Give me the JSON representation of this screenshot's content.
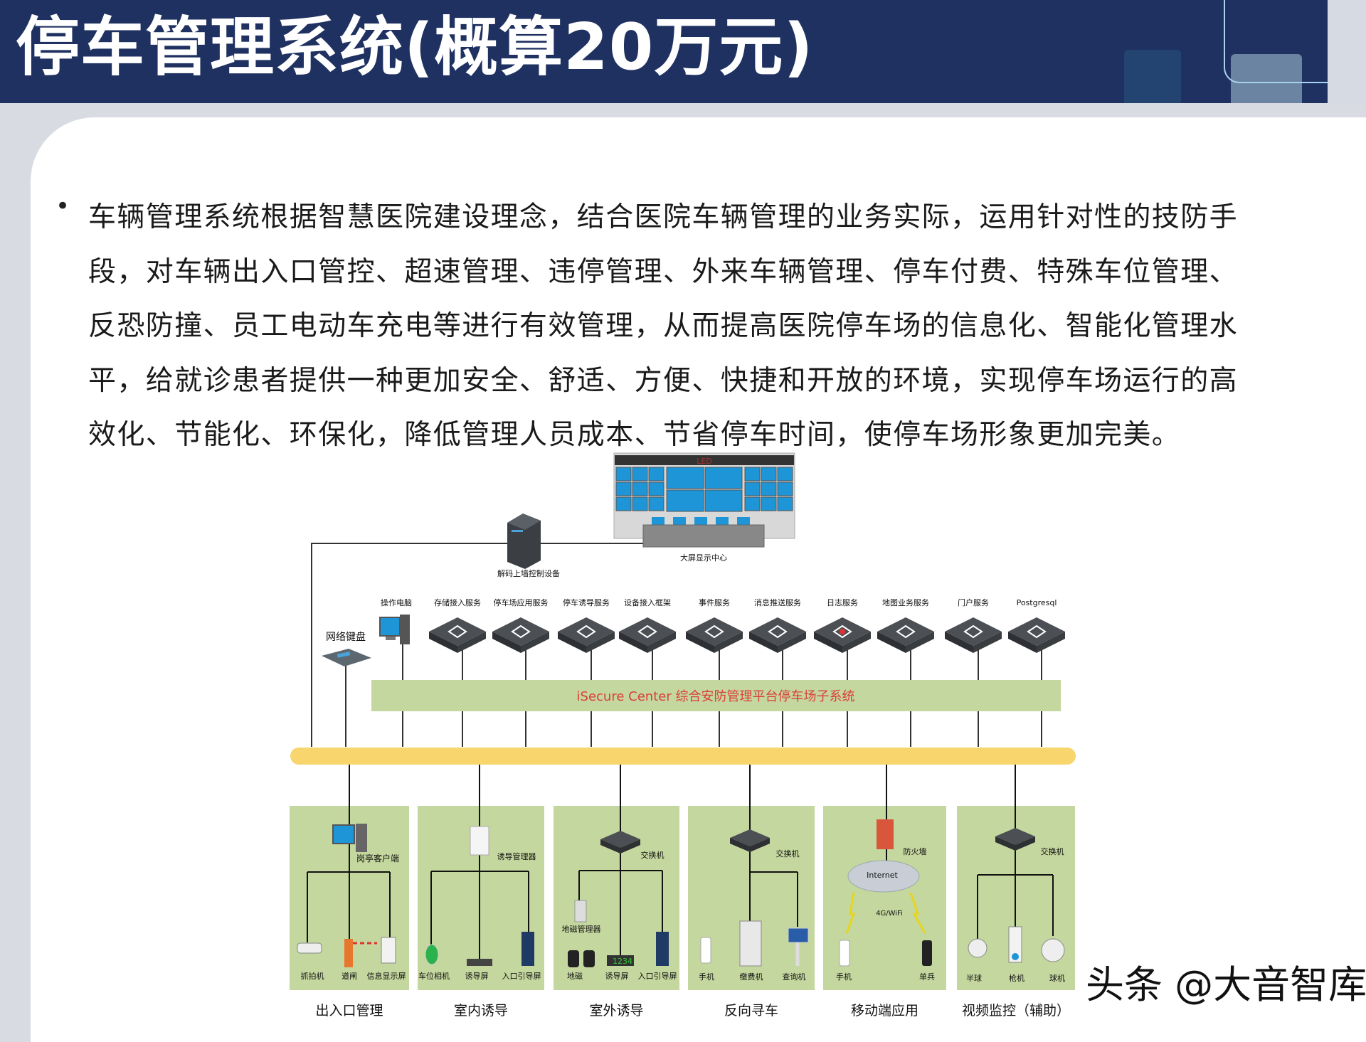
{
  "header": {
    "title": "停车管理系统(概算20万元)"
  },
  "body": {
    "bullet": "•",
    "lines": [
      "车辆管理系统根据智慧医院建设理念，结合医院车辆管理的业务实际，运用针对性的技防手",
      "段，对车辆出入口管控、超速管理、违停管理、外来车辆管理、停车付费、特殊车位管理、",
      "反恐防撞、员工电动车充电等进行有效管理，从而提高医院停车场的信息化、智能化管理水",
      "平，给就诊患者提供一种更加安全、舒适、方便、快捷和开放的环境，实现停车场运行的高",
      "效化、节能化、环保化，降低管理人员成本、节省停车时间，使停车场形象更加完美。"
    ]
  },
  "diagram": {
    "display_center": {
      "label": "大屏显示中心",
      "led": "LED"
    },
    "decoder": {
      "label": "解码上墙控制设备"
    },
    "keyboard": {
      "label": "网络键盘"
    },
    "services": [
      {
        "label": "操作电脑",
        "icon": "pc-icon"
      },
      {
        "label": "存储接入服务",
        "icon": "storage-server-icon"
      },
      {
        "label": "停车场应用服务",
        "icon": "parking-app-server-icon"
      },
      {
        "label": "停车诱导服务",
        "icon": "guidance-server-icon"
      },
      {
        "label": "设备接入框架",
        "icon": "device-access-server-icon"
      },
      {
        "label": "事件服务",
        "icon": "event-server-icon"
      },
      {
        "label": "消息推送服务",
        "icon": "message-server-icon"
      },
      {
        "label": "日志服务",
        "icon": "log-server-icon"
      },
      {
        "label": "地图业务服务",
        "icon": "map-server-icon"
      },
      {
        "label": "门户服务",
        "icon": "portal-server-icon"
      },
      {
        "label": "Postgresql",
        "icon": "database-server-icon"
      }
    ],
    "platform": "iSecure Center 综合安防管理平台停车场子系统",
    "panels": [
      {
        "category": "出入口管理",
        "hub": "岗亭客户端",
        "devices": [
          "抓拍机",
          "道闸",
          "信息显示屏"
        ]
      },
      {
        "category": "室内诱导",
        "hub": "诱导管理器",
        "devices": [
          "车位相机",
          "诱导屏",
          "入口引导屏"
        ]
      },
      {
        "category": "室外诱导",
        "hub": "交换机",
        "sub": "地磁管理器",
        "devices": [
          "地磁",
          "诱导屏",
          "入口引导屏"
        ],
        "screen_digits": "1234"
      },
      {
        "category": "反向寻车",
        "hub": "交换机",
        "devices": [
          "手机",
          "缴费机",
          "查询机"
        ]
      },
      {
        "category": "移动端应用",
        "hub": "防火墙",
        "cloud": "Internet",
        "link": "4G/WiFi",
        "devices": [
          "手机",
          "单兵"
        ]
      },
      {
        "category": "视频监控（辅助）",
        "hub": "交换机",
        "devices": [
          "半球",
          "枪机",
          "球机"
        ]
      }
    ],
    "colors": {
      "bus": "#f8d66d",
      "panel": "#c4d79e",
      "platform_text": "#d9403a"
    }
  },
  "watermark": "头条 @大音智库"
}
